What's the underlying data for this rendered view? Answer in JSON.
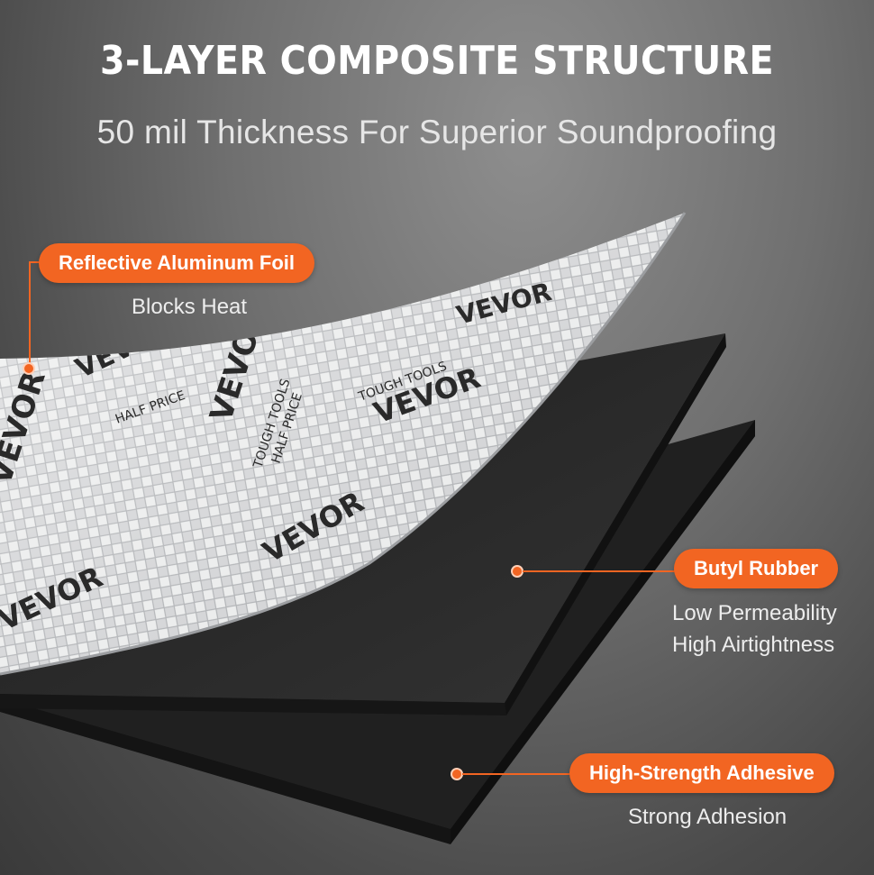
{
  "header": {
    "title": "3-LAYER COMPOSITE STRUCTURE",
    "subtitle": "50 mil Thickness For Superior Soundproofing"
  },
  "callouts": [
    {
      "label": "Reflective Aluminum Foil",
      "desc_lines": [
        "Blocks Heat"
      ]
    },
    {
      "label": "Butyl Rubber",
      "desc_lines": [
        "Low Permeability",
        "High Airtightness"
      ]
    },
    {
      "label": "High-Strength Adhesive",
      "desc_lines": [
        "Strong Adhesion"
      ]
    }
  ],
  "foil_print": {
    "brand": "VEVOR",
    "slogan_1": "TOUGH TOOLS",
    "slogan_2": "HALF PRICE"
  },
  "colors": {
    "accent": "#f26522",
    "foil": "#d9dadc",
    "rubber": "#2a2a2a",
    "adhesive": "#1e1e1e",
    "background": "#6f6f6f"
  }
}
